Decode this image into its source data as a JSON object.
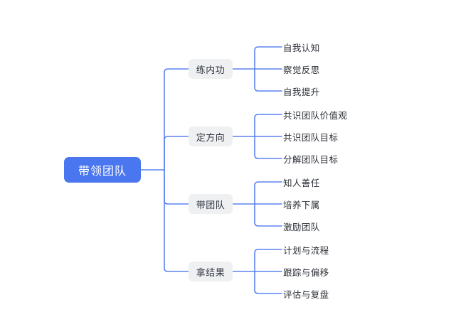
{
  "diagram": {
    "type": "mindmap",
    "title": "带领团队",
    "colors": {
      "root_fill": "#4a76f0",
      "root_text": "#ffffff",
      "branch_fill": "#eff0f2",
      "branch_text": "#2f3540",
      "leaf_text": "#2b2f36",
      "connector": "#5b84f0",
      "background": "#ffffff"
    },
    "root": {
      "label": "带领团队"
    },
    "branches": [
      {
        "label": "练内功",
        "leaves": [
          {
            "label": "自我认知"
          },
          {
            "label": "察觉反思"
          },
          {
            "label": "自我提升"
          }
        ]
      },
      {
        "label": "定方向",
        "leaves": [
          {
            "label": "共识团队价值观"
          },
          {
            "label": "共识团队目标"
          },
          {
            "label": "分解团队目标"
          }
        ]
      },
      {
        "label": "带团队",
        "leaves": [
          {
            "label": "知人善任"
          },
          {
            "label": "培养下属"
          },
          {
            "label": "激励团队"
          }
        ]
      },
      {
        "label": "拿结果",
        "leaves": [
          {
            "label": "计划与流程"
          },
          {
            "label": "跟踪与偏移"
          },
          {
            "label": "评估与复盘"
          }
        ]
      }
    ]
  }
}
